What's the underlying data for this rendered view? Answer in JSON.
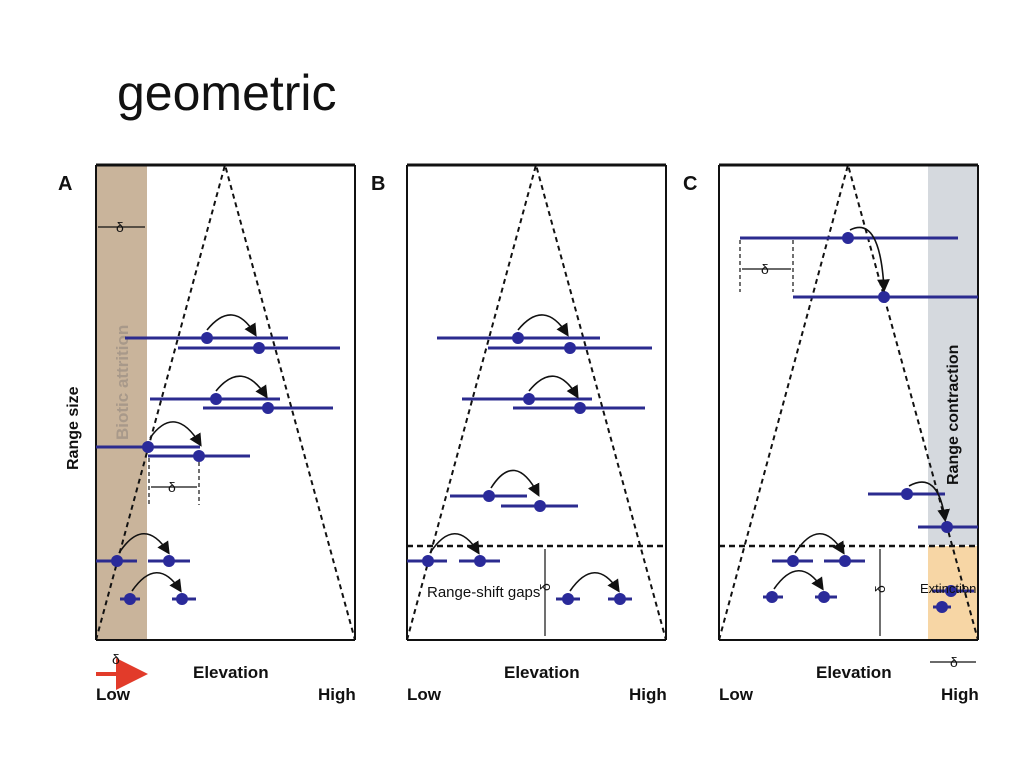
{
  "slide": {
    "title": "geometric"
  },
  "panels": [
    {
      "letter": "A",
      "left_band_label": "Biotic attrition",
      "delta_symbol": "δ"
    },
    {
      "letter": "B",
      "gap_label": "Range-shift gaps",
      "delta_symbol": "δ"
    },
    {
      "letter": "C",
      "right_band_label": "Range contraction",
      "extinction_label": "Extinction",
      "delta_symbol": "δ"
    }
  ],
  "axes": {
    "y_label": "Range size",
    "x_label": "Elevation",
    "x_low": "Low",
    "x_high": "High"
  },
  "colors": {
    "range_line": "#2b2b8f",
    "dot": "#2a2a9a",
    "band_brown": "#c9b49b",
    "band_grey": "#d5d9de",
    "band_orange": "#f7d6a5",
    "arrow_red": "#e23b2a"
  }
}
